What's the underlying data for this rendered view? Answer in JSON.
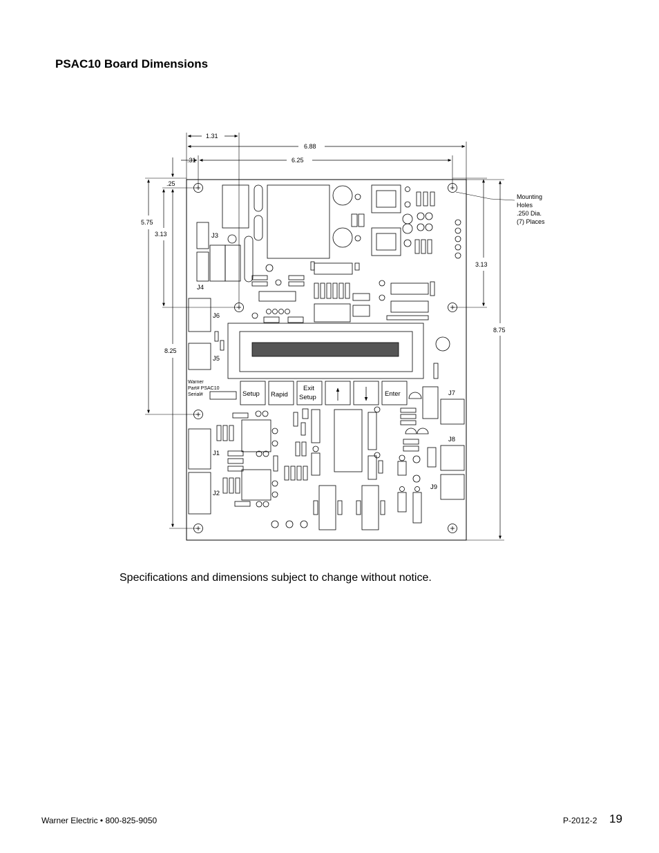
{
  "page": {
    "title": "PSAC10 Board Dimensions",
    "note": "Specifications and dimensions subject to change without notice.",
    "footer_left": "Warner Electric • 800-825-9050",
    "footer_right": "P-2012-2",
    "page_number": "19"
  },
  "drawing": {
    "dimensions": {
      "d_1_31": "1.31",
      "d_6_88": "6.88",
      "d_31": ".31",
      "d_6_25": "6.25",
      "d_25": ".25",
      "d_5_75": "5.75",
      "d_3_13_left": "3.13",
      "d_8_25": "8.25",
      "d_3_13_right": "3.13",
      "d_8_75": "8.75"
    },
    "mounting_note": [
      "Mounting",
      "Holes",
      ".250 Dia.",
      "(7) Places"
    ],
    "connectors": {
      "j1": "J1",
      "j2": "J2",
      "j3": "J3",
      "j4": "J4",
      "j5": "J5",
      "j6": "J6",
      "j7": "J7",
      "j8": "J8",
      "j9": "J9"
    },
    "buttons": {
      "setup": "Setup",
      "rapid": "Rapid",
      "exit_line1": "Exit",
      "exit_line2": "Setup",
      "enter": "Enter"
    },
    "label_block": [
      "Warner",
      "Part# PSAC10",
      "Serial#"
    ]
  }
}
